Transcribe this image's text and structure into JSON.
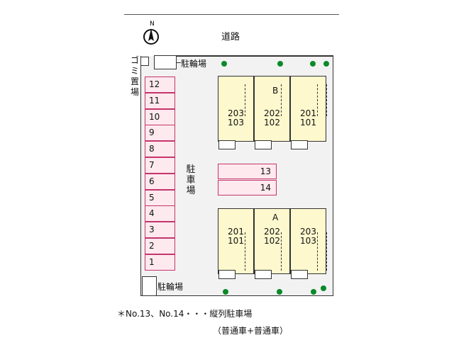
{
  "road": {
    "label": "道路"
  },
  "compass": {
    "letter": "N"
  },
  "garbage": {
    "label": "ゴミ置場"
  },
  "bike_parking": {
    "label": "駐輪場"
  },
  "parking": {
    "label": "駐車場",
    "left_spaces": [
      "12",
      "11",
      "10",
      "9",
      "8",
      "7",
      "6",
      "5",
      "4",
      "3",
      "2",
      "1"
    ],
    "middle_spaces": [
      "13",
      "14"
    ]
  },
  "buildings": [
    {
      "name": "B",
      "units": [
        {
          "upper": "203",
          "lower": "103"
        },
        {
          "upper": "202",
          "lower": "102"
        },
        {
          "upper": "201",
          "lower": "101"
        }
      ]
    },
    {
      "name": "A",
      "units": [
        {
          "upper": "201",
          "lower": "101"
        },
        {
          "upper": "202",
          "lower": "102"
        },
        {
          "upper": "203",
          "lower": "103"
        }
      ]
    }
  ],
  "footnote": {
    "line1": "＊No.13、No.14・・・縦列駐車場",
    "line2": "（普通車+普通車）"
  },
  "colors": {
    "parking_fill": "#fde9ee",
    "parking_border": "#c7346b",
    "building_fill": "#fdf8cd",
    "tree": "#0a8a2a"
  }
}
